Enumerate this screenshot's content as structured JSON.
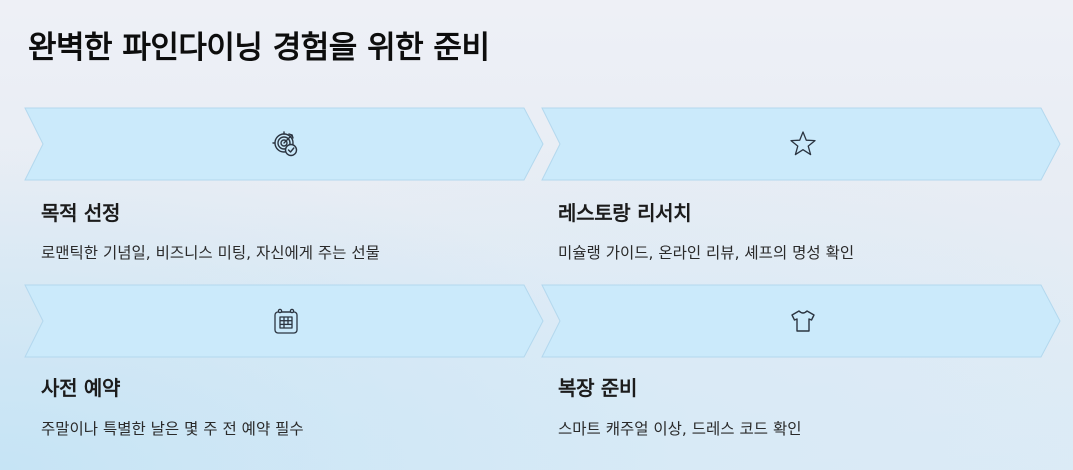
{
  "page": {
    "title": "완벽한 파인다이닝 경험을 위한 준비"
  },
  "colors": {
    "chevron_fill": "#cbeafb",
    "chevron_stroke": "#b3d8ee",
    "icon_stroke": "#2b3440",
    "heading_text": "#1c1c1c",
    "body_text": "#2a2a2a"
  },
  "steps": [
    {
      "icon": "target-check-icon",
      "heading": "목적 선정",
      "description": "로맨틱한 기념일, 비즈니스 미팅, 자신에게 주는 선물"
    },
    {
      "icon": "star-icon",
      "heading": "레스토랑 리서치",
      "description": "미슐랭 가이드, 온라인 리뷰, 셰프의 명성 확인"
    },
    {
      "icon": "calendar-icon",
      "heading": "사전 예약",
      "description": "주말이나 특별한 날은 몇 주 전 예약 필수"
    },
    {
      "icon": "tshirt-icon",
      "heading": "복장 준비",
      "description": "스마트 캐주얼 이상, 드레스 코드 확인"
    }
  ]
}
